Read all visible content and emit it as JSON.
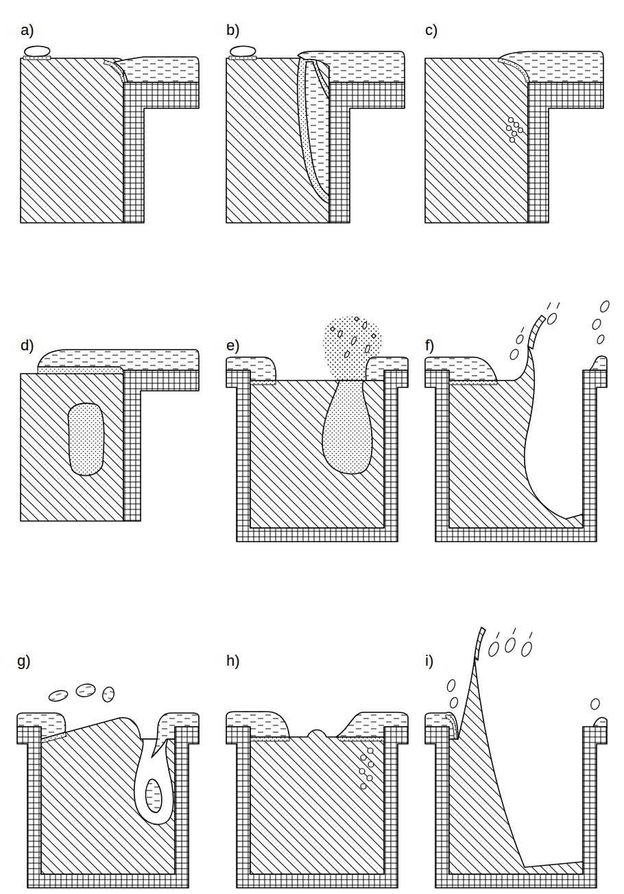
{
  "diagram": {
    "labels": [
      "a)",
      "b)",
      "c)",
      "d)",
      "e)",
      "f)",
      "g)",
      "h)",
      "i)"
    ]
  }
}
